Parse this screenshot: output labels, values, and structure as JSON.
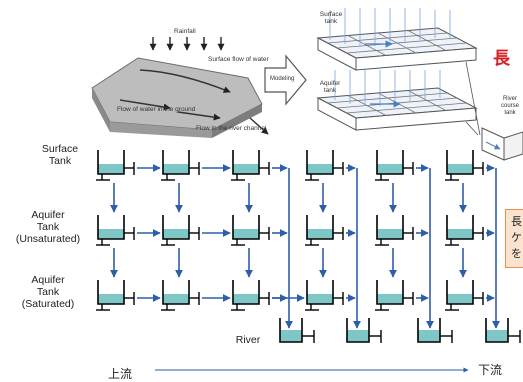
{
  "figure": {
    "rainfall": "Rainfall",
    "surface_flow": "Surface flow of water",
    "ground_flow": "Flow of water in the ground",
    "river_channel_flow": "Flow in the river channel",
    "modeling": "Modeling",
    "surface_tank": "Surface tank",
    "aquifer_tank": "Aquifer tank",
    "river_course_tank": "River course tank"
  },
  "title_fragment": "長",
  "note_fragment": [
    "長",
    "ケ",
    "を"
  ],
  "rows": [
    {
      "label_lines": [
        "Surface",
        "Tank"
      ]
    },
    {
      "label_lines": [
        "Aquifer",
        "Tank",
        "(Unsaturated)"
      ]
    },
    {
      "label_lines": [
        "Aquifer",
        "Tank",
        "(Saturated)"
      ]
    }
  ],
  "river_label": "River",
  "upstream_label": "上流",
  "downstream_label": "下流",
  "colors": {
    "arrow": "#2f5ea8",
    "water": "#7fc7c7",
    "tank_line": "#000000",
    "title_red": "#d81f26",
    "note_orange": "#f08c4a",
    "note_bg": "#fbe3cf",
    "cell_blue": "#7aa7e0"
  }
}
